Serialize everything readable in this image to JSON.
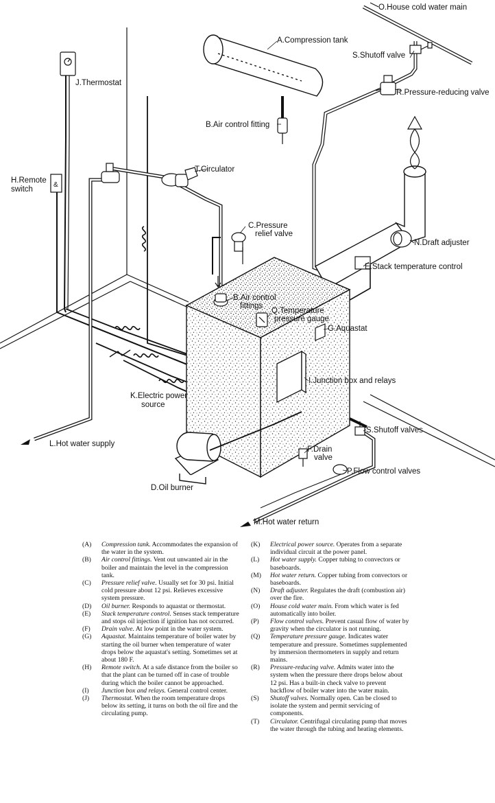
{
  "labels": {
    "O": "O.House cold water main",
    "A": "A.Compression tank",
    "S_top": "S.Shutoff valve",
    "R": "R.Pressure-reducing valve",
    "J": "J.Thermostat",
    "B_top": "B.Air control fitting",
    "H1": "H.Remote",
    "H2": "switch",
    "T": "T.Circulator",
    "C1": "C.Pressure",
    "C2": "relief valve",
    "N": "N.Draft adjuster",
    "E": "E.Stack temperature control",
    "B_mid1": "B.Air control",
    "B_mid2": "fittings",
    "Q1": "Q.Temperature",
    "Q2": "pressure gauge",
    "G": "G.Aquastat",
    "I": "I.Junction box and relays",
    "K1": "K.Electric power",
    "K2": "source",
    "L": "L.Hot water supply",
    "S_bot": "S.Shutoff valves",
    "F1": "F.Drain",
    "F2": "valve",
    "P": "P.Flow control valves",
    "D": "D.Oil burner",
    "M": "M.Hot water return"
  },
  "legend_left": [
    {
      "key": "(A)",
      "term": "Compression tank.",
      "text": " Accommodates the expansion of the water in the system."
    },
    {
      "key": "(B)",
      "term": "Air control fittings.",
      "text": " Vent out unwanted air in the boiler and maintain the level in the compression tank."
    },
    {
      "key": "(C)",
      "term": "Pressure relief valve.",
      "text": " Usually set for 30 psi. Initial cold pressure about 12 psi. Relieves excessive system pressure."
    },
    {
      "key": "(D)",
      "term": "Oil burner.",
      "text": " Responds to aquastat or thermostat."
    },
    {
      "key": "(E)",
      "term": "Stack temperature control.",
      "text": " Senses stack temperature and stops oil injection if ignition has not occurred."
    },
    {
      "key": "(F)",
      "term": "Drain valve.",
      "text": " At low point in the water system."
    },
    {
      "key": "(G)",
      "term": "Aquastat.",
      "text": " Maintains temperature of boiler water by starting the oil burner when temperature of water drops below the aquastat's setting. Sometimes set at about 180 F."
    },
    {
      "key": "(H)",
      "term": "Remote switch.",
      "text": " At a safe distance from the boiler so that the plant can be turned off in case of trouble during which the boiler cannot be approached."
    },
    {
      "key": "(I)",
      "term": "Junction box and relays.",
      "text": " General control center."
    },
    {
      "key": "(J)",
      "term": "Thermostat.",
      "text": " When the room temperature drops below its setting, it turns on both the oil fire and the circulating pump."
    }
  ],
  "legend_right": [
    {
      "key": "(K)",
      "term": "Electrical power source.",
      "text": " Operates from a separate individual circuit at the power panel."
    },
    {
      "key": "(L)",
      "term": "Hot water supply.",
      "text": " Copper tubing to convectors or baseboards."
    },
    {
      "key": "(M)",
      "term": "Hot water return.",
      "text": " Copper tubing from convectors or baseboards."
    },
    {
      "key": "(N)",
      "term": "Draft adjuster.",
      "text": " Regulates the draft (combustion air) over the fire."
    },
    {
      "key": "(O)",
      "term": "House cold water main.",
      "text": " From which water is fed automatically into boiler."
    },
    {
      "key": "(P)",
      "term": "Flow control valves.",
      "text": " Prevent casual flow of water by gravity when the circulator is not running."
    },
    {
      "key": "(Q)",
      "term": "Temperature pressure gauge.",
      "text": " Indicates water temperature and pressure. Sometimes supplemented by immersion thermometers in supply and return mains."
    },
    {
      "key": "(R)",
      "term": "Pressure-reducing valve.",
      "text": " Admits water into the system when the pressure there drops below about 12 psi. Has a built-in check valve to prevent backflow of boiler water into the water main."
    },
    {
      "key": "(S)",
      "term": "Shutoff valves.",
      "text": " Normally open. Can be closed to isolate the system and permit servicing of components."
    },
    {
      "key": "(T)",
      "term": "Circulator.",
      "text": " Centrifugal circulating pump that moves the water through the tubing and heating elements."
    }
  ]
}
